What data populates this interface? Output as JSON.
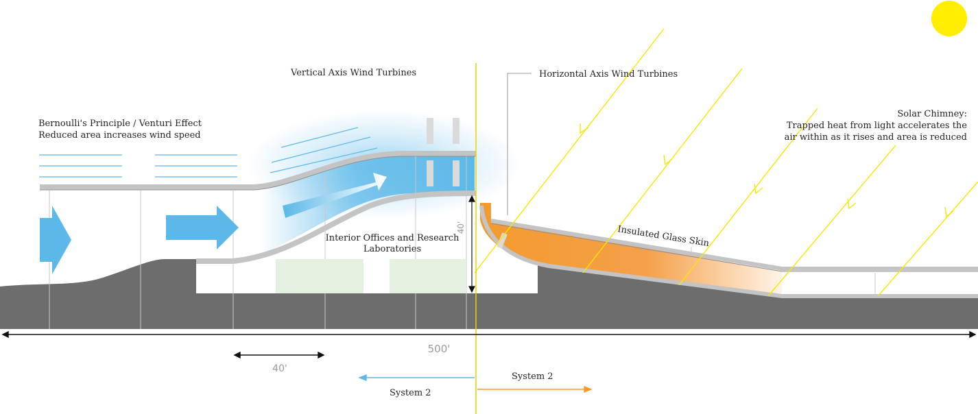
{
  "labels": {
    "vertical_turbines": "Vertical Axis Wind Turbines",
    "horizontal_turbines": "Horizontal Axis Wind Turbines",
    "bernoulli_line1": "Bernoulli's Principle / Venturi Effect",
    "bernoulli_line2": "Reduced area increases wind speed",
    "solar_line1": "Solar Chimney:",
    "solar_line2": "Trapped heat from light accelerates the",
    "solar_line3": "air within as it rises and area is reduced",
    "interior_line1": "Interior Offices and Research",
    "interior_line2": "Laboratories",
    "glass_skin": "Insulated Glass Skin",
    "system_left": "System 2",
    "system_right": "System 2"
  },
  "dimensions": {
    "overall_width": "500'",
    "module_width": "40'",
    "height": "40'"
  },
  "colors": {
    "wind": "#5bb8e8",
    "solar_ray": "#f5e800",
    "sun": "#ffee00",
    "heat": "#f39a2e",
    "ground": "#6d6d6d",
    "roof": "#c4c4c4",
    "room": "#e4f1e0",
    "divider": "#e8d200"
  }
}
